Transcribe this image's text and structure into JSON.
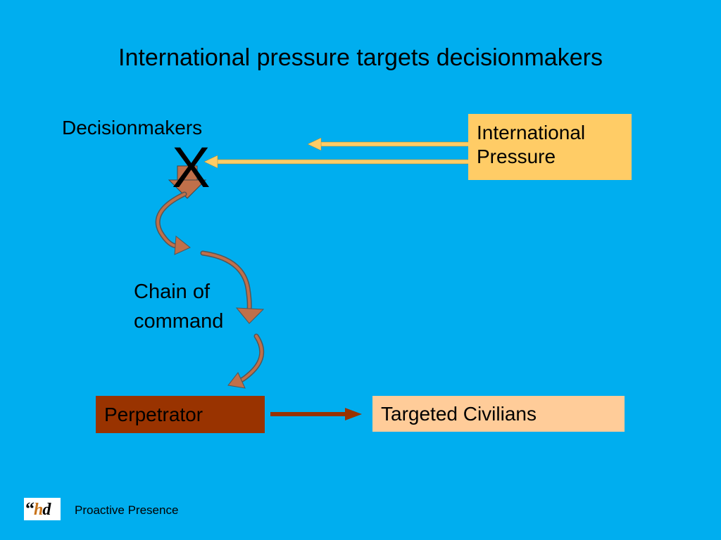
{
  "slide": {
    "title": "International pressure targets decisionmakers",
    "footer": "Proactive Presence",
    "background_color": "#00aeef"
  },
  "nodes": {
    "decisionmakers": "Decisionmakers",
    "blocked_mark": "X",
    "chain_line1": "Chain of",
    "chain_line2": "command",
    "pressure_line1": "International",
    "pressure_line2": "Pressure",
    "perpetrator": "Perpetrator",
    "targeted_civilians": "Targeted Civilians"
  },
  "logo": {
    "quote": "“",
    "h": "h",
    "d": "d"
  },
  "colors": {
    "pressure_box": "#ffcc66",
    "perpetrator_box": "#993300",
    "civilians_box": "#ffcc99",
    "pressure_arrow": "#ffcc66",
    "chain_arrow": "#c0704a",
    "perp_arrow": "#993300"
  }
}
